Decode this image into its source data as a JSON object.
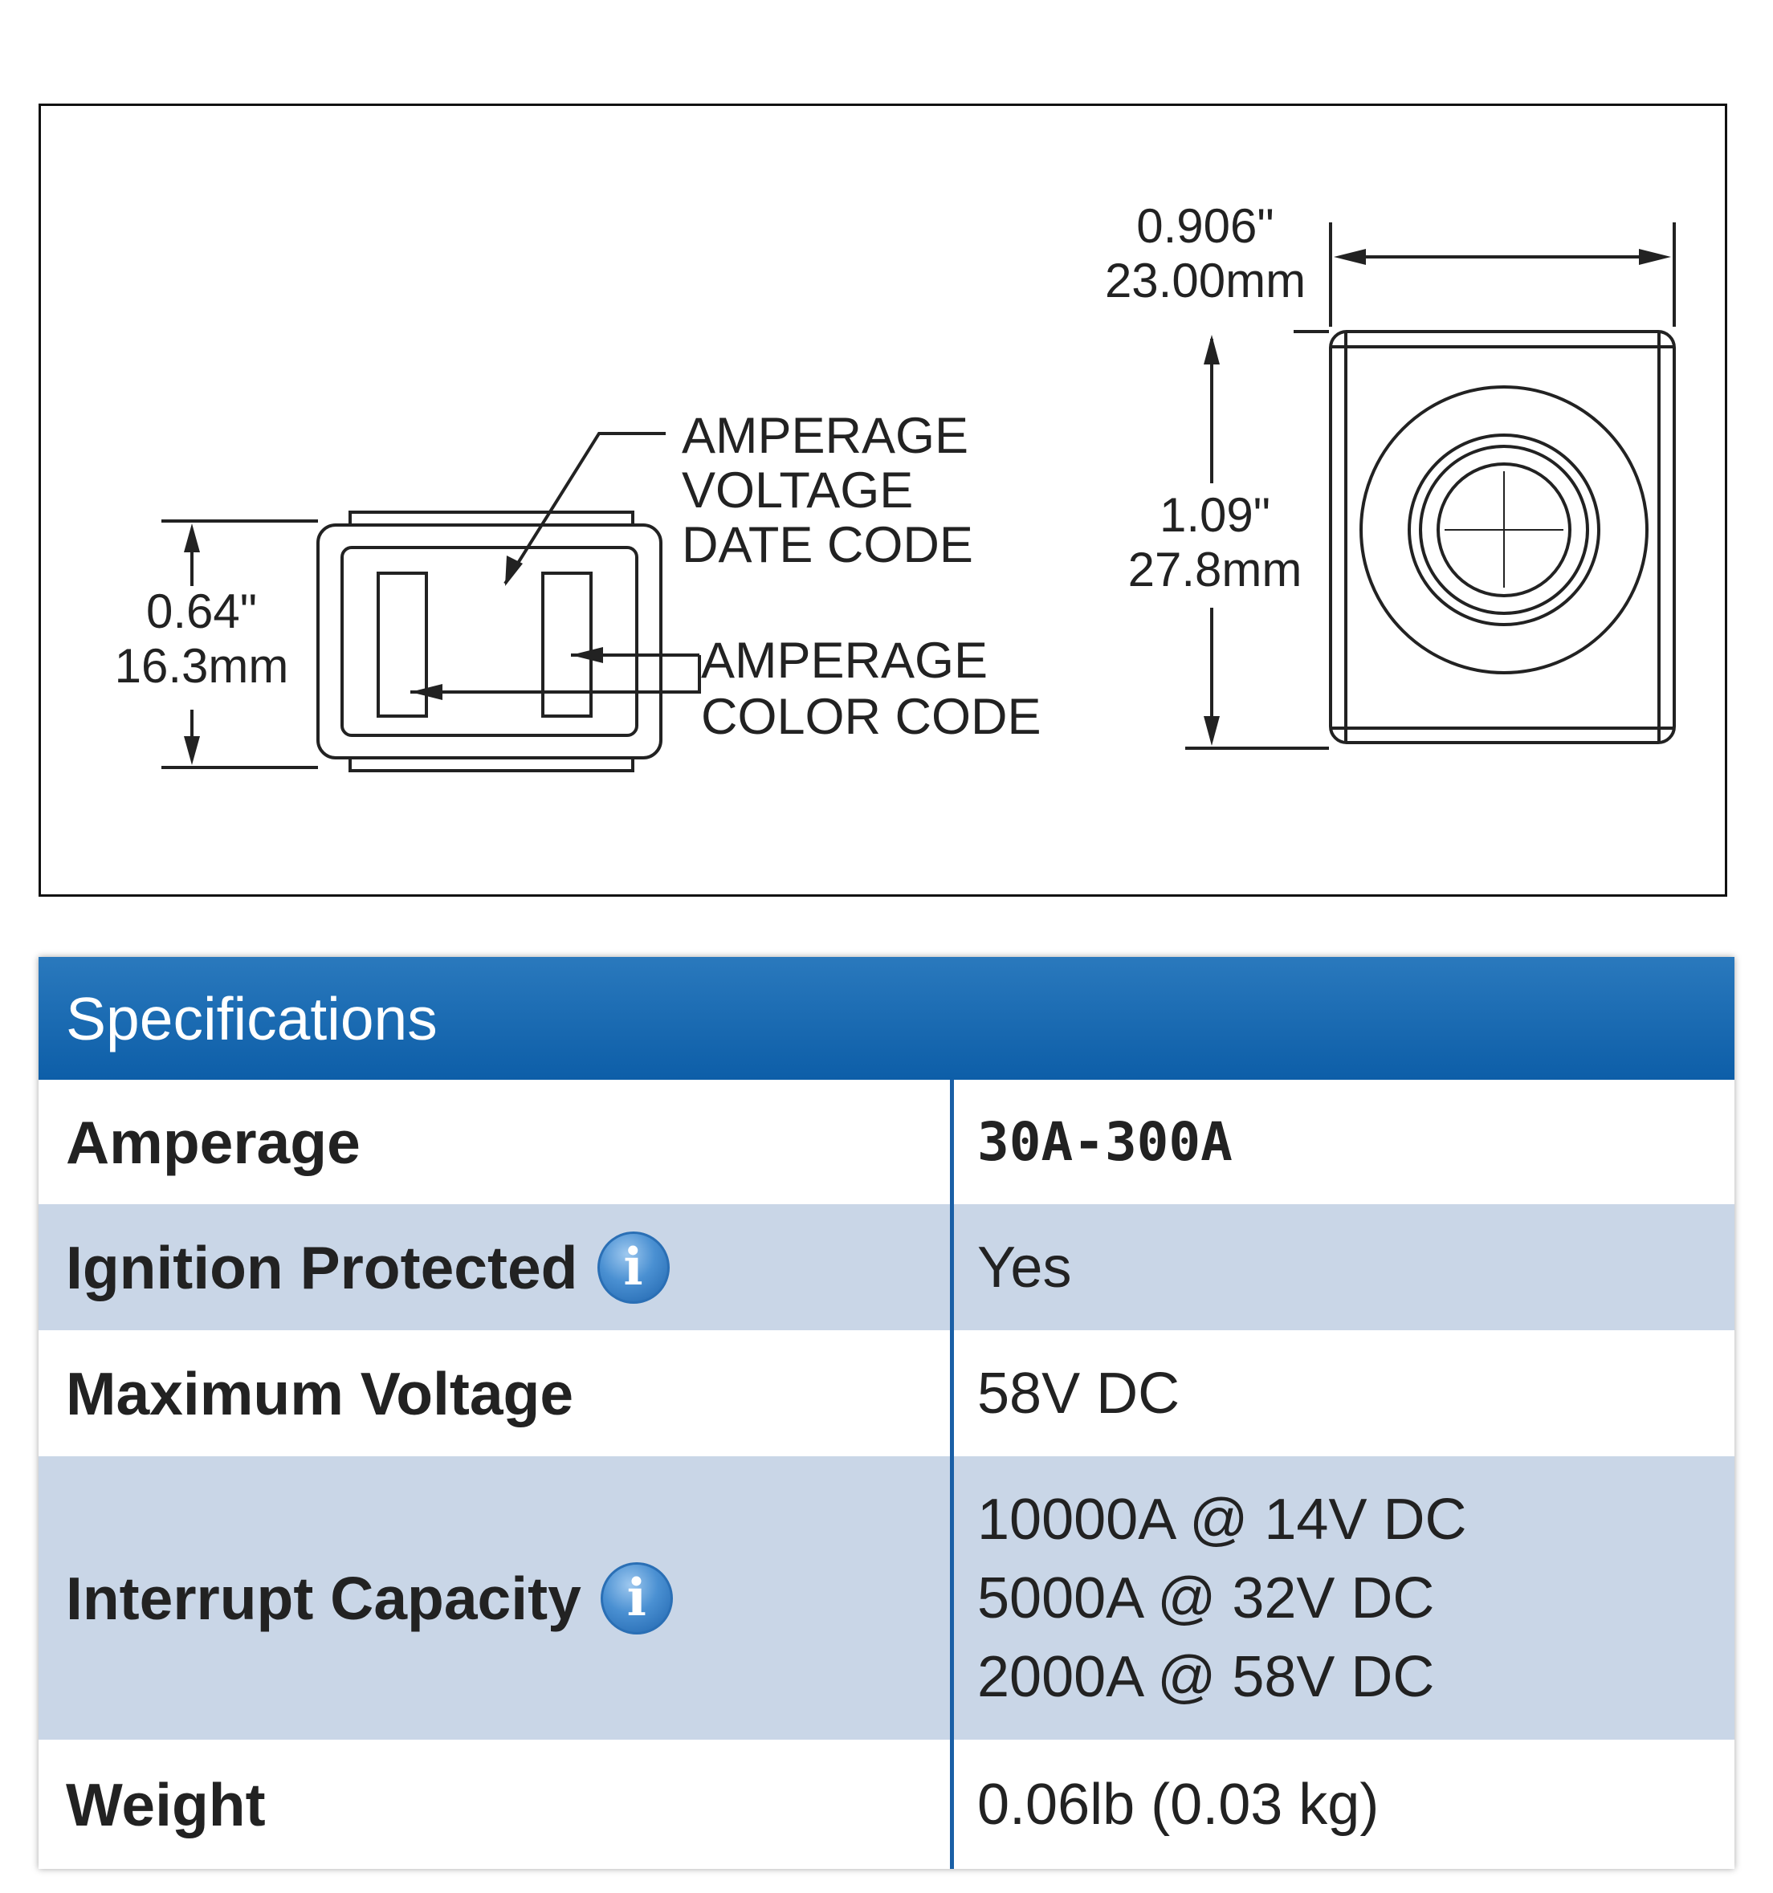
{
  "drawing": {
    "width_in": "0.906\"",
    "width_mm": "23.00mm",
    "height_in": "1.09\"",
    "height_mm": "27.8mm",
    "depth_in": "0.64\"",
    "depth_mm": "16.3mm",
    "note_top": [
      "AMPERAGE",
      "VOLTAGE",
      "DATE CODE"
    ],
    "note_bottom": [
      "AMPERAGE",
      "COLOR CODE"
    ]
  },
  "specs": {
    "title": "Specifications",
    "info_glyph": "i",
    "rows": [
      {
        "label": "Amperage",
        "values": [
          "30A-300A"
        ],
        "info": false
      },
      {
        "label": "Ignition Protected",
        "values": [
          "Yes"
        ],
        "info": true
      },
      {
        "label": "Maximum Voltage",
        "values": [
          "58V DC"
        ],
        "info": false
      },
      {
        "label": "Interrupt Capacity",
        "values": [
          "10000A @ 14V DC",
          "5000A @ 32V DC",
          "2000A @ 58V DC"
        ],
        "info": true
      },
      {
        "label": "Weight",
        "values": [
          "0.06lb (0.03 kg)"
        ],
        "info": false
      }
    ]
  },
  "colors": {
    "header_blue": "#0d5ea8",
    "alt_row": "#c9d6e7",
    "divider": "#1a5fa6"
  }
}
